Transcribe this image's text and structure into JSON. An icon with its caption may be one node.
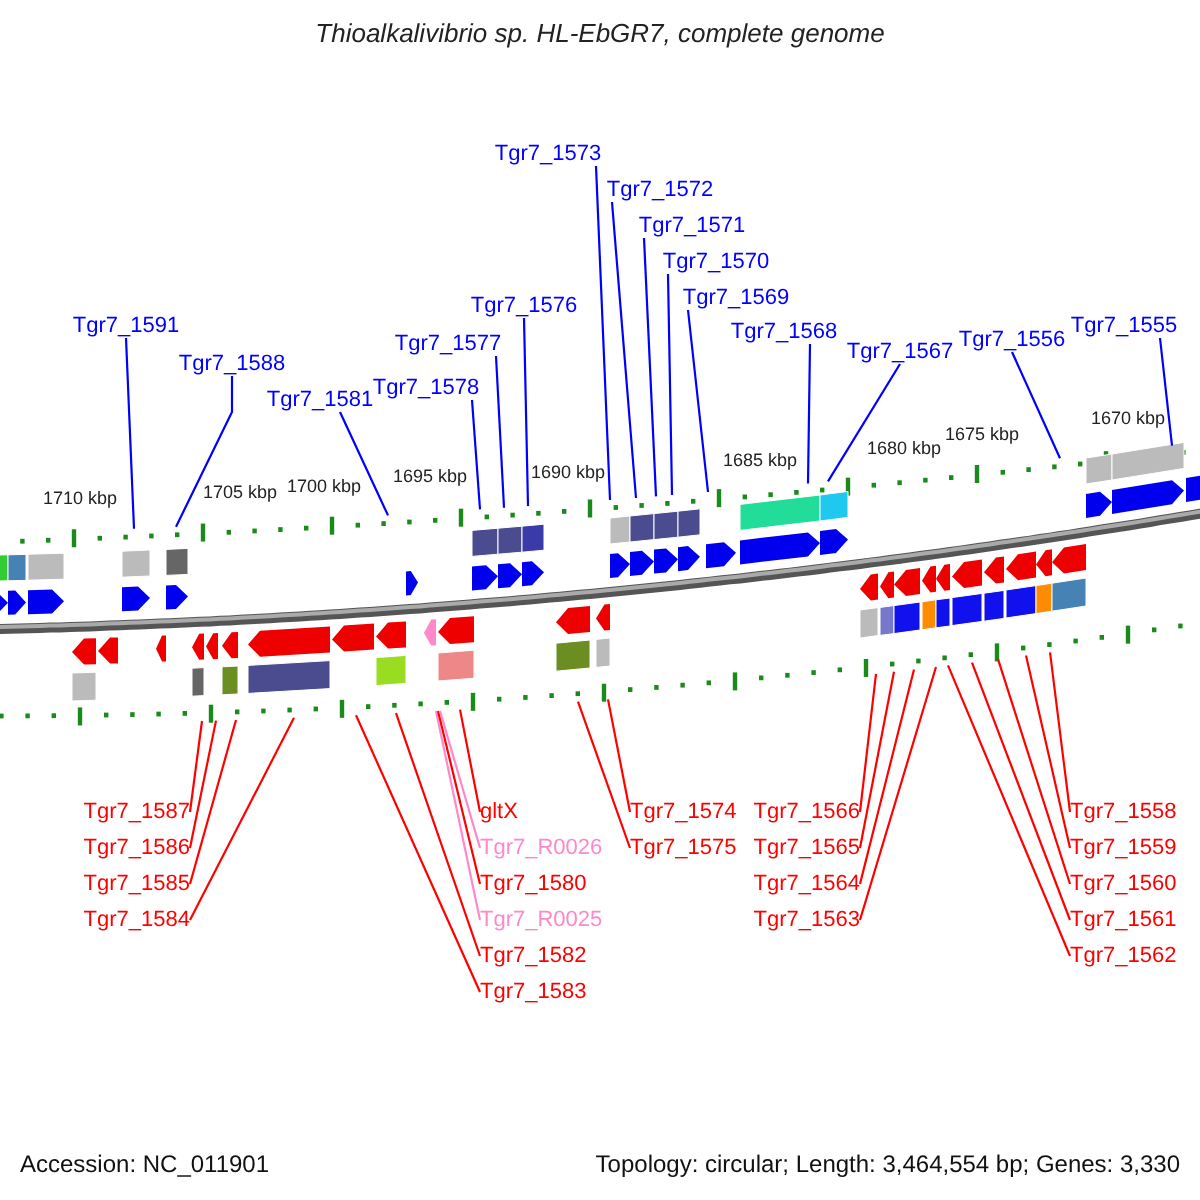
{
  "diagram": {
    "title": "Thioalkalivibrio sp. HL-EbGR7, complete genome",
    "nodes": [
      {
        "text": [
          "Tgr7_1591"
        ]
      },
      {
        "text": [
          "Tgr7_1588"
        ]
      },
      {
        "text": [
          "Tgr7_1581"
        ]
      },
      {
        "text": [
          "Tgr7_1578"
        ]
      },
      {
        "text": [
          "Tgr7_1577"
        ]
      },
      {
        "text": [
          "Tgr7_1576"
        ]
      },
      {
        "text": [
          "Tgr7_1573"
        ]
      },
      {
        "text": [
          "Tgr7_1572"
        ]
      },
      {
        "text": [
          "Tgr7_1571"
        ]
      },
      {
        "text": [
          "Tgr7_1570"
        ]
      },
      {
        "text": [
          "Tgr7_1569"
        ]
      },
      {
        "text": [
          "Tgr7_1568"
        ]
      },
      {
        "text": [
          "Tgr7_1567"
        ]
      },
      {
        "text": [
          "Tgr7_1556"
        ]
      },
      {
        "text": [
          "Tgr7_1555"
        ]
      },
      {
        "text": [
          "Tgr7_1587"
        ]
      },
      {
        "text": [
          "Tgr7_1585"
        ]
      },
      {
        "text": [
          "Tgr7_1586"
        ]
      },
      {
        "text": [
          "Tgr7_1584"
        ]
      },
      {
        "text": [
          "Tgr7_1583"
        ]
      },
      {
        "text": [
          "Tgr7_1582"
        ]
      },
      {
        "text": [
          "Tgr7_R0025"
        ]
      },
      {
        "text": [
          "Tgr7_1580"
        ]
      },
      {
        "text": [
          "Tgr7_R0026"
        ]
      },
      {
        "text": [
          "gltX"
        ]
      },
      {
        "text": [
          "Tgr7_1575"
        ]
      },
      {
        "text": [
          "Tgr7_1574"
        ]
      },
      {
        "text": [
          "Tgr7_1566"
        ]
      },
      {
        "text": [
          "Tgr7_1564"
        ]
      },
      {
        "text": [
          "Tgr7_1565"
        ]
      },
      {
        "text": [
          "Tgr7_1563"
        ]
      },
      {
        "text": [
          "Tgr7_1562"
        ]
      },
      {
        "text": [
          "Tgr7_1561"
        ]
      },
      {
        "text": [
          "Tgr7_1560"
        ]
      },
      {
        "text": [
          "Tgr7_1559"
        ]
      },
      {
        "text": [
          "Tgr7_1558"
        ]
      }
    ],
    "edges": [
      {
        "from": 0,
        "to": null,
        "arrow": "none",
        "color": "#0000ff"
      },
      {
        "from": 1,
        "to": null,
        "arrow": "none",
        "color": "#0000ff"
      },
      {
        "from": 2,
        "to": null,
        "arrow": "none",
        "color": "#0000ff"
      },
      {
        "from": 3,
        "to": null,
        "arrow": "none",
        "color": "#0000ff"
      },
      {
        "from": 4,
        "to": null,
        "arrow": "none",
        "color": "#0000ff"
      },
      {
        "from": 5,
        "to": null,
        "arrow": "none",
        "color": "#0000ff"
      },
      {
        "from": 6,
        "to": null,
        "arrow": "none",
        "color": "#0000ff"
      },
      {
        "from": 7,
        "to": null,
        "arrow": "none",
        "color": "#0000ff"
      },
      {
        "from": 8,
        "to": null,
        "arrow": "none",
        "color": "#0000ff"
      },
      {
        "from": 9,
        "to": null,
        "arrow": "none",
        "color": "#0000ff"
      },
      {
        "from": 10,
        "to": null,
        "arrow": "none",
        "color": "#0000ff"
      },
      {
        "from": 11,
        "to": null,
        "arrow": "none",
        "color": "#0000ff"
      },
      {
        "from": 12,
        "to": null,
        "arrow": "none",
        "color": "#0000ff"
      },
      {
        "from": 13,
        "to": null,
        "arrow": "none",
        "color": "#0000ff"
      },
      {
        "from": 14,
        "to": null,
        "arrow": "none",
        "color": "#0000ff"
      },
      {
        "from": 15,
        "to": null,
        "arrow": "none"
      },
      {
        "from": 16,
        "to": null,
        "arrow": "none"
      },
      {
        "from": 17,
        "to": null,
        "arrow": "none"
      },
      {
        "from": 18,
        "to": null,
        "arrow": "none"
      },
      {
        "from": 19,
        "to": null,
        "arrow": "none"
      },
      {
        "from": 20,
        "to": null,
        "arrow": "none"
      },
      {
        "from": 21,
        "to": null,
        "arrow": "none",
        "color": "#ff88cc"
      },
      {
        "from": 22,
        "to": null,
        "arrow": "none"
      },
      {
        "from": 23,
        "to": null,
        "arrow": "none",
        "color": "#ff88cc"
      },
      {
        "from": 24,
        "to": null,
        "arrow": "none"
      },
      {
        "from": 25,
        "to": null,
        "arrow": "none"
      },
      {
        "from": 26,
        "to": null,
        "arrow": "none"
      },
      {
        "from": 27,
        "to": null,
        "arrow": "none"
      },
      {
        "from": 28,
        "to": null,
        "arrow": "none"
      },
      {
        "from": 29,
        "to": null,
        "arrow": "none"
      },
      {
        "from": 30,
        "to": null,
        "arrow": "none"
      },
      {
        "from": 31,
        "to": null,
        "arrow": "none"
      },
      {
        "from": 32,
        "to": null,
        "arrow": "none"
      },
      {
        "from": 33,
        "to": null,
        "arrow": "none"
      },
      {
        "from": 34,
        "to": null,
        "arrow": "none"
      },
      {
        "from": 35,
        "to": null,
        "arrow": "none"
      }
    ],
    "labels": [
      "1710 kbp",
      "1705 kbp",
      "1700 kbp",
      "1695 kbp",
      "1690 kbp",
      "1685 kbp",
      "1680 kbp",
      "1675 kbp",
      "1670 kbp",
      "Accession: NC_011901",
      "Topology: circular; Length: 3,464,554 bp; Genes: 3,330"
    ]
  }
}
